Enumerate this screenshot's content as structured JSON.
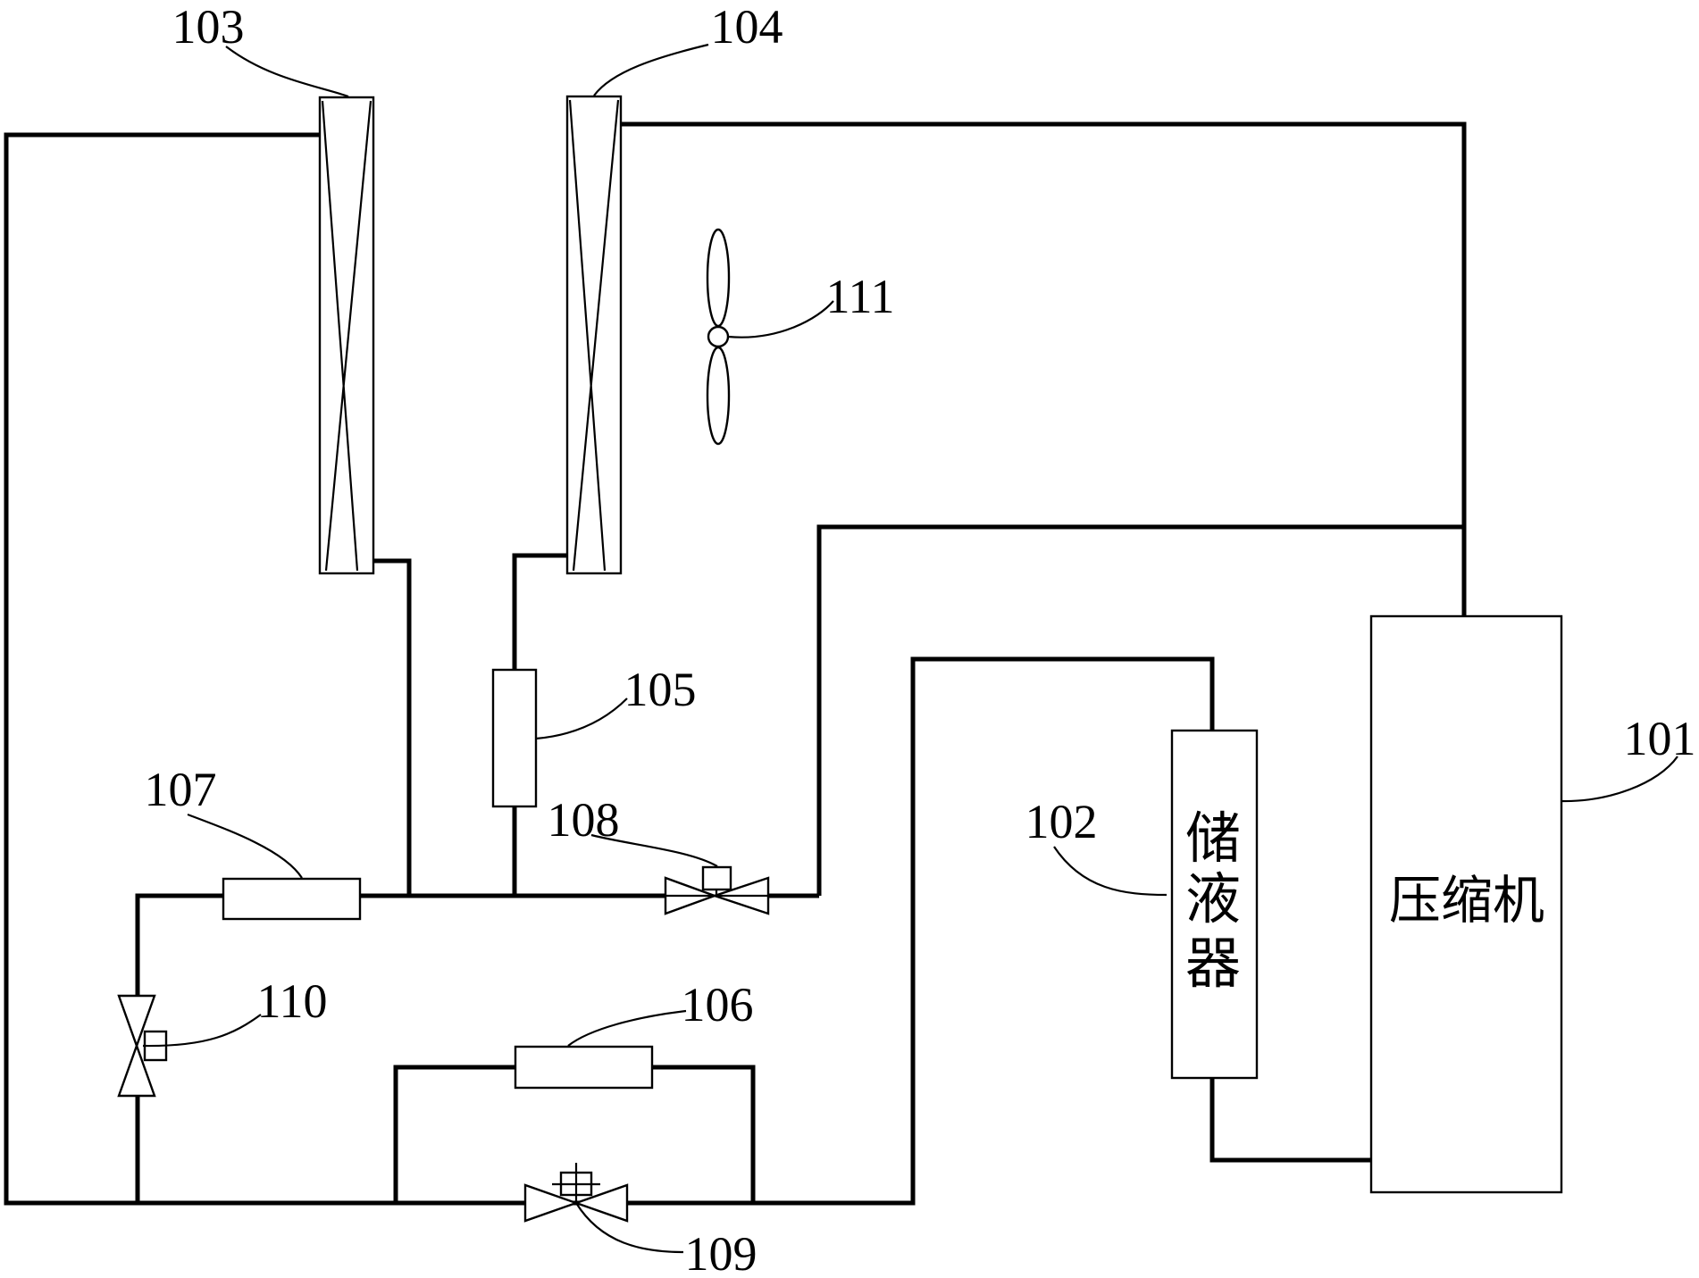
{
  "diagram": {
    "background_color": "#ffffff",
    "line_color": "#000000",
    "ref_labels": {
      "l101": "101",
      "l102": "102",
      "l103": "103",
      "l104": "104",
      "l105": "105",
      "l106": "106",
      "l107": "107",
      "l108": "108",
      "l109": "109",
      "l110": "110",
      "l111": "111"
    },
    "component_texts": {
      "compressor": "压缩机",
      "accumulator_chars": [
        "储",
        "液",
        "器"
      ]
    }
  }
}
